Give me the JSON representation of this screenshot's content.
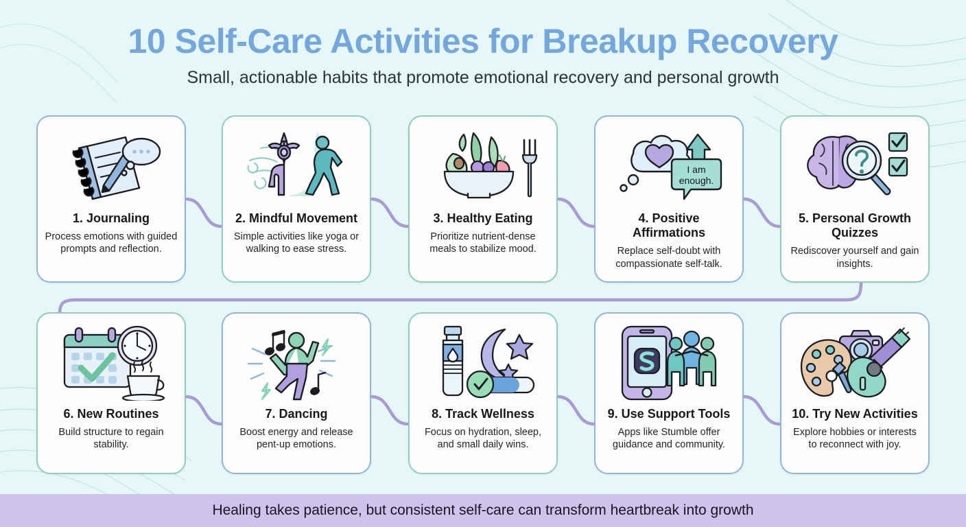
{
  "header": {
    "title": "10 Self-Care Activities for Breakup Recovery",
    "subtitle": "Small, actionable habits that promote emotional recovery and personal growth"
  },
  "colors": {
    "background": "#e6f7f7",
    "title": "#74a7dd",
    "border_blue": "#8fb6dd",
    "border_teal": "#8fcfc4",
    "border_green": "#92cdb4",
    "connector": "#a99ad4",
    "footer_bg": "#cfc2ec",
    "wave": "#bfe3de"
  },
  "cards": [
    {
      "id": 1,
      "icon": "journal-pencil-thought-icon",
      "title": "1. Journaling",
      "desc": "Process emotions with guided prompts and reflection.",
      "border": "b-blue"
    },
    {
      "id": 2,
      "icon": "yoga-walking-figures-icon",
      "title": "2. Mindful Movement",
      "desc": "Simple activities like yoga or walking to ease stress.",
      "border": "b-teal"
    },
    {
      "id": 3,
      "icon": "salad-bowl-fork-icon",
      "title": "3. Healthy Eating",
      "desc": "Prioritize nutrient-dense meals to stabilize mood.",
      "border": "b-green"
    },
    {
      "id": 4,
      "icon": "thought-cloud-heart-speech-icon",
      "title": "4. Positive Affirmations",
      "desc": "Replace self-doubt with compassionate self-talk.",
      "border": "b-blue",
      "speech_bubble": "I am enough."
    },
    {
      "id": 5,
      "icon": "brain-magnifier-checkboxes-icon",
      "title": "5. Personal Growth Quizzes",
      "desc": "Rediscover yourself and gain insights.",
      "border": "b-green"
    },
    {
      "id": 6,
      "icon": "calendar-clock-coffee-icon",
      "title": "6. New Routines",
      "desc": "Build structure to regain stability.",
      "border": "b-green"
    },
    {
      "id": 7,
      "icon": "dancing-figure-music-notes-icon",
      "title": "7. Dancing",
      "desc": "Boost energy and release pent-up emotions.",
      "border": "b-blue"
    },
    {
      "id": 8,
      "icon": "water-bottle-moon-progress-icon",
      "title": "8. Track Wellness",
      "desc": "Focus on hydration, sleep, and small daily wins.",
      "border": "b-teal"
    },
    {
      "id": 9,
      "icon": "phone-app-community-icon",
      "title": "9. Use Support Tools",
      "desc": "Apps like Stumble offer guidance and community.",
      "border": "b-blue"
    },
    {
      "id": 10,
      "icon": "palette-camera-guitar-icon",
      "title": "10. Try New Activities",
      "desc": "Explore hobbies or interests to reconnect with joy.",
      "border": "b-blue"
    }
  ],
  "footer": {
    "text": "Healing takes patience, but consistent self-care can transform heartbreak into growth"
  }
}
